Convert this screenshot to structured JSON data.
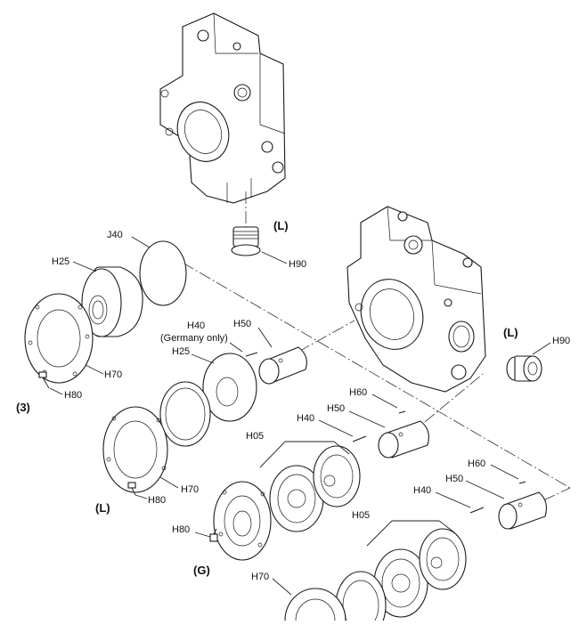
{
  "labels": {
    "j40": "J40",
    "h25_top": "H25",
    "h70_top": "H70",
    "h80_top": "H80",
    "group3": "(3)",
    "h40_top": "H40",
    "germany_only": "(Germany only)",
    "h50_top": "H50",
    "h25_mid": "H25",
    "l_upper": "(L)",
    "h90_upper": "H90",
    "l_right": "(L)",
    "h90_right": "H90",
    "h60_mid": "H60",
    "h50_mid": "H50",
    "h40_mid": "H40",
    "h05_mid": "H05",
    "h70_mid": "H70",
    "h80_mid": "H80",
    "l_left": "(L)",
    "h60_low": "H60",
    "h50_low": "H50",
    "h40_low": "H40",
    "h05_low": "H05",
    "h80_low": "H80",
    "g_group": "(G)",
    "h70_low": "H70"
  }
}
